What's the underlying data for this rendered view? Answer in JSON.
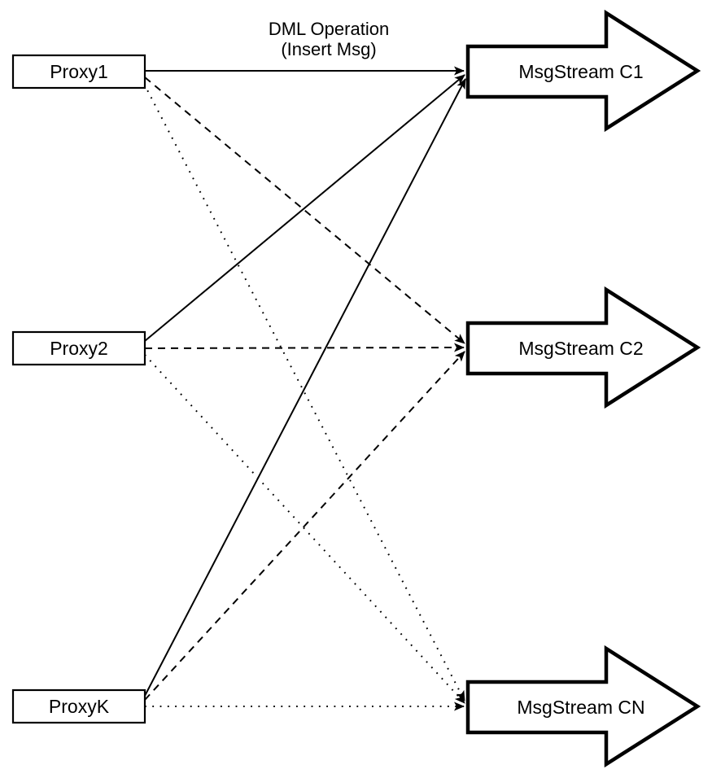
{
  "title_label": {
    "line1": "DML Operation",
    "line2": "(Insert Msg)"
  },
  "proxies": [
    {
      "label": "Proxy1"
    },
    {
      "label": "Proxy2"
    },
    {
      "label": "ProxyK"
    }
  ],
  "streams": [
    {
      "label": "MsgStream C1"
    },
    {
      "label": "MsgStream C2"
    },
    {
      "label": "MsgStream CN"
    }
  ],
  "edges": [
    {
      "from": "Proxy1",
      "to": "MsgStream C1",
      "style": "solid"
    },
    {
      "from": "Proxy1",
      "to": "MsgStream C2",
      "style": "dashed"
    },
    {
      "from": "Proxy1",
      "to": "MsgStream CN",
      "style": "dotted"
    },
    {
      "from": "Proxy2",
      "to": "MsgStream C1",
      "style": "solid"
    },
    {
      "from": "Proxy2",
      "to": "MsgStream C2",
      "style": "dashed"
    },
    {
      "from": "Proxy2",
      "to": "MsgStream CN",
      "style": "dotted"
    },
    {
      "from": "ProxyK",
      "to": "MsgStream C1",
      "style": "solid"
    },
    {
      "from": "ProxyK",
      "to": "MsgStream C2",
      "style": "dashed"
    },
    {
      "from": "ProxyK",
      "to": "MsgStream CN",
      "style": "dotted"
    }
  ],
  "colors": {
    "stroke": "#000000",
    "fill": "#ffffff",
    "text": "#000000",
    "background": "#ffffff"
  }
}
